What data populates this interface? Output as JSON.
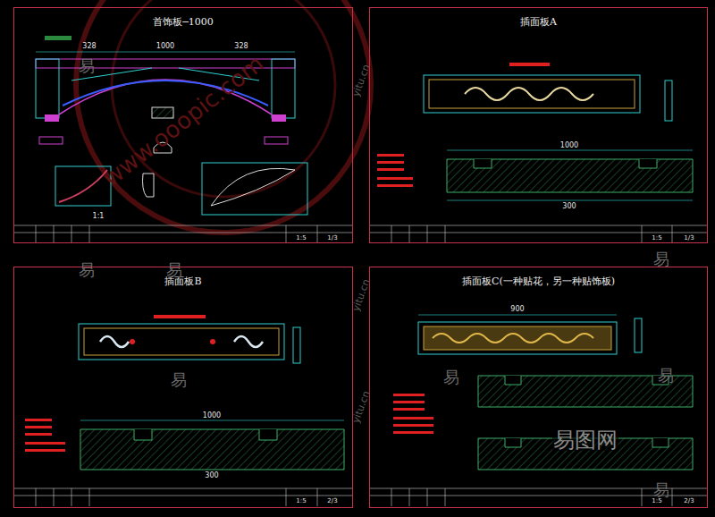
{
  "diagram": {
    "nodes": [
      {
        "text": [
          "首饰板─1000"
        ]
      },
      {
        "text": [
          "插面板A"
        ]
      },
      {
        "text": [
          "插面板B"
        ]
      },
      {
        "text": [
          "插面板C(一种贴花，另一种贴饰板)"
        ]
      }
    ],
    "labels": [
      "1000",
      "328",
      "328",
      "1:1",
      "1:5",
      "1/3",
      "1000",
      "300",
      "1:5",
      "1/3",
      "1000",
      "300",
      "1:5",
      "2/3",
      "900",
      "1:5",
      "2/3",
      "易",
      "易",
      "易",
      "易",
      "易",
      "易",
      "易",
      "易",
      "yitu.cn",
      "yitu.cn",
      "yitu.cn",
      "易图网",
      "www.ooopic.com"
    ]
  }
}
